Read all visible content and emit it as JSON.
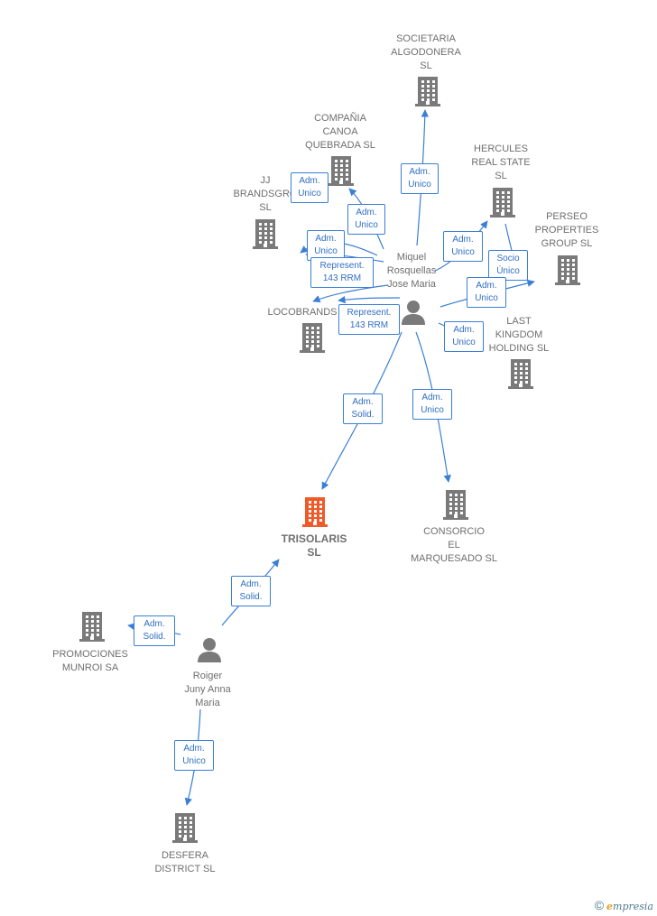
{
  "colors": {
    "edge": "#3a7fd5",
    "company": "#7a7a7a",
    "focus": "#f05a28",
    "person": "#7a7a7a"
  },
  "nodes": [
    {
      "id": "societaria",
      "type": "company",
      "label": "SOCIETARIA\nALGODONERA\nSL"
    },
    {
      "id": "canoa",
      "type": "company",
      "label": "COMPAÑIA\nCANOA\nQUEBRADA SL"
    },
    {
      "id": "hercules",
      "type": "company",
      "label": "HERCULES\nREAL STATE\nSL"
    },
    {
      "id": "jj",
      "type": "company",
      "label": "JJ\nBRANDSGRO\nSL"
    },
    {
      "id": "perseo",
      "type": "company",
      "label": "PERSEO\nPROPERTIES\nGROUP  SL"
    },
    {
      "id": "miquel",
      "type": "person",
      "label": "Miquel\nRosquellas\nJose Maria"
    },
    {
      "id": "locobrands",
      "type": "company",
      "label": "LOCOBRANDS"
    },
    {
      "id": "lastkingdom",
      "type": "company",
      "label": "LAST\nKINGDOM\nHOLDING  SL"
    },
    {
      "id": "trisolaris",
      "type": "focus",
      "label": "TRISOLARIS\nSL"
    },
    {
      "id": "consorcio",
      "type": "company",
      "label": "CONSORCIO\nEL\nMARQUESADO SL"
    },
    {
      "id": "promociones",
      "type": "company",
      "label": "PROMOCIONES\nMUNROI SA"
    },
    {
      "id": "roiger",
      "type": "person",
      "label": "Roiger\nJuny Anna\nMaria"
    },
    {
      "id": "desfera",
      "type": "company",
      "label": "DESFERA\nDISTRICT  SL"
    }
  ],
  "edges": [
    {
      "from": "miquel",
      "to": "societaria",
      "label": "Adm.\nUnico"
    },
    {
      "from": "miquel",
      "to": "canoa",
      "label": "Adm.\nUnico"
    },
    {
      "from": "miquel",
      "to": "jj",
      "label": "Adm.\nUnico"
    },
    {
      "from": "miquel",
      "to": "jj",
      "label": "Adm.\nUnico"
    },
    {
      "from": "miquel",
      "to": "locobrands",
      "label": "Represent.\n143 RRM"
    },
    {
      "from": "miquel",
      "to": "locobrands",
      "label": "Represent.\n143 RRM"
    },
    {
      "from": "miquel",
      "to": "hercules",
      "label": "Adm.\nUnico"
    },
    {
      "from": "miquel",
      "to": "perseo",
      "label": "Socio\nÚnico"
    },
    {
      "from": "miquel",
      "to": "perseo",
      "label": "Adm.\nUnico"
    },
    {
      "from": "miquel",
      "to": "lastkingdom",
      "label": "Adm.\nUnico"
    },
    {
      "from": "miquel",
      "to": "trisolaris",
      "label": "Adm.\nSolid."
    },
    {
      "from": "miquel",
      "to": "consorcio",
      "label": "Adm.\nUnico"
    },
    {
      "from": "roiger",
      "to": "trisolaris",
      "label": "Adm.\nSolid."
    },
    {
      "from": "roiger",
      "to": "promociones",
      "label": "Adm.\nSolid."
    },
    {
      "from": "roiger",
      "to": "desfera",
      "label": "Adm.\nUnico"
    }
  ],
  "watermark": {
    "symbol": "©",
    "brand_initial": "e",
    "brand_rest": "mpresia"
  }
}
